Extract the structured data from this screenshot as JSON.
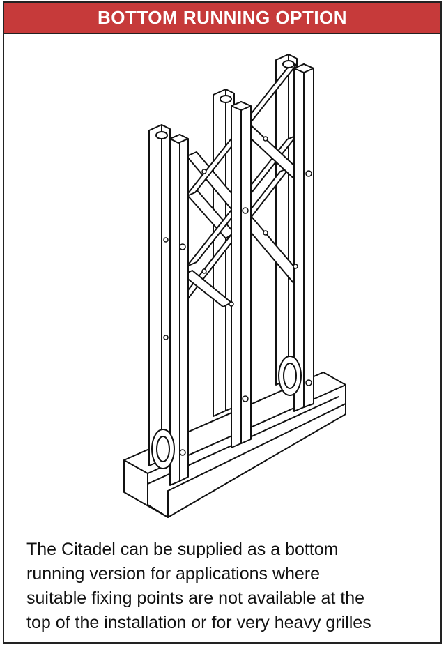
{
  "header": {
    "title": "BOTTOM RUNNING OPTION"
  },
  "caption": {
    "lines": [
      "The Citadel can be supplied as a bottom",
      "running version for applications where",
      "suitable fixing points are not available at the",
      "top of the installation or for very heavy grilles"
    ]
  },
  "colors": {
    "header_bg": "#c63a3a",
    "header_text": "#ffffff",
    "line_art": "#111111"
  }
}
